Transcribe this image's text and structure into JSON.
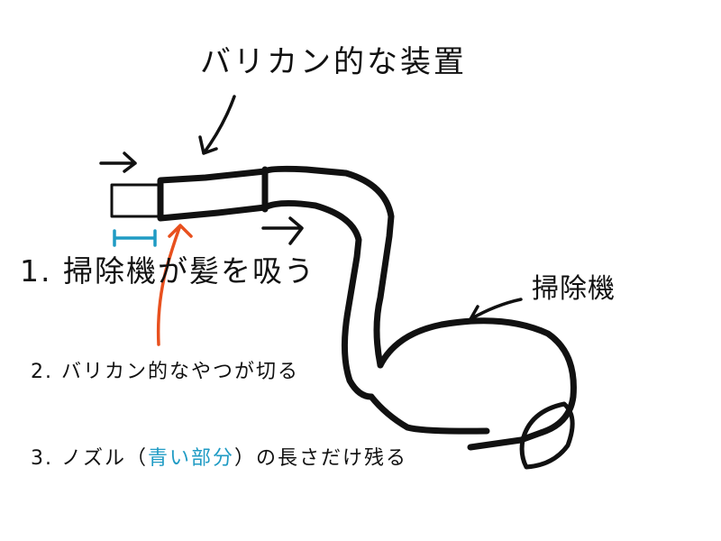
{
  "labels": {
    "title": "バリカン的な装置",
    "cleaner": "掃除機"
  },
  "steps": [
    {
      "text": "1. 掃除機が髪を吸う"
    },
    {
      "text": "2. バリカン的なやつが切る"
    },
    {
      "pre": "3. ノズル（",
      "highlight": "青い部分",
      "post": "）の長さだけ残る"
    }
  ],
  "colors": {
    "ink": "#111111",
    "accent_blue": "#1f9bc4",
    "accent_orange": "#e8501e"
  }
}
